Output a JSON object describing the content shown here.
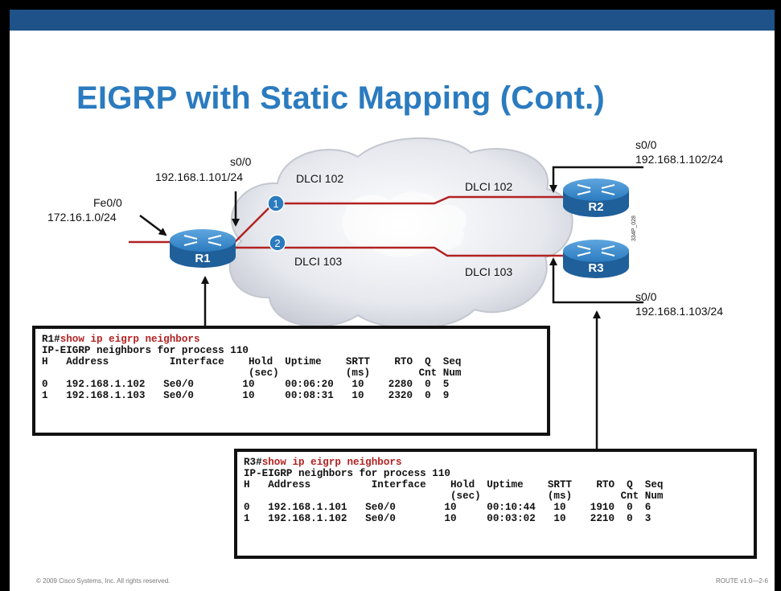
{
  "slide": {
    "title": "EIGRP with Static Mapping (Cont.)",
    "footer_left": "© 2009 Cisco Systems, Inc. All rights reserved.",
    "footer_right": "ROUTE v1.0—2-6",
    "figure_tag": "334P_028",
    "colors": {
      "title": "#2b7bbf",
      "band": "#1e5288",
      "router": "#2b7bbf",
      "pvc": "#b22222",
      "command": "#b22222"
    }
  },
  "diagram": {
    "r1": {
      "name": "R1",
      "iface_s": "s0/0",
      "ip_s": "192.168.1.101/24",
      "iface_fe": "Fe0/0",
      "ip_fe": "172.16.1.0/24"
    },
    "r2": {
      "name": "R2",
      "iface": "s0/0",
      "ip": "192.168.1.102/24"
    },
    "r3": {
      "name": "R3",
      "iface": "s0/0",
      "ip": "192.168.1.103/24"
    },
    "pvc1": {
      "number": "1",
      "dlci_local": "DLCI 102",
      "dlci_remote": "DLCI 102"
    },
    "pvc2": {
      "number": "2",
      "dlci_local": "DLCI 103",
      "dlci_remote": "DLCI 103"
    }
  },
  "r1_output": {
    "prompt": "R1#",
    "command": "show ip eigrp neighbors",
    "lines": [
      "IP-EIGRP neighbors for process 110",
      "H   Address          Interface    Hold  Uptime    SRTT    RTO  Q  Seq",
      "                                  (sec)           (ms)        Cnt Num",
      "0   192.168.1.102   Se0/0        10     00:06:20   10    2280  0  5",
      "1   192.168.1.103   Se0/0        10     00:08:31   10    2320  0  9"
    ]
  },
  "r3_output": {
    "prompt": "R3#",
    "command": "show ip eigrp neighbors",
    "lines": [
      "IP-EIGRP neighbors for process 110",
      "H   Address          Interface    Hold  Uptime    SRTT    RTO  Q  Seq",
      "                                  (sec)           (ms)        Cnt Num",
      "0   192.168.1.101   Se0/0        10     00:10:44   10    1910  0  6",
      "1   192.168.1.102   Se0/0        10     00:03:02   10    2210  0  3"
    ]
  }
}
